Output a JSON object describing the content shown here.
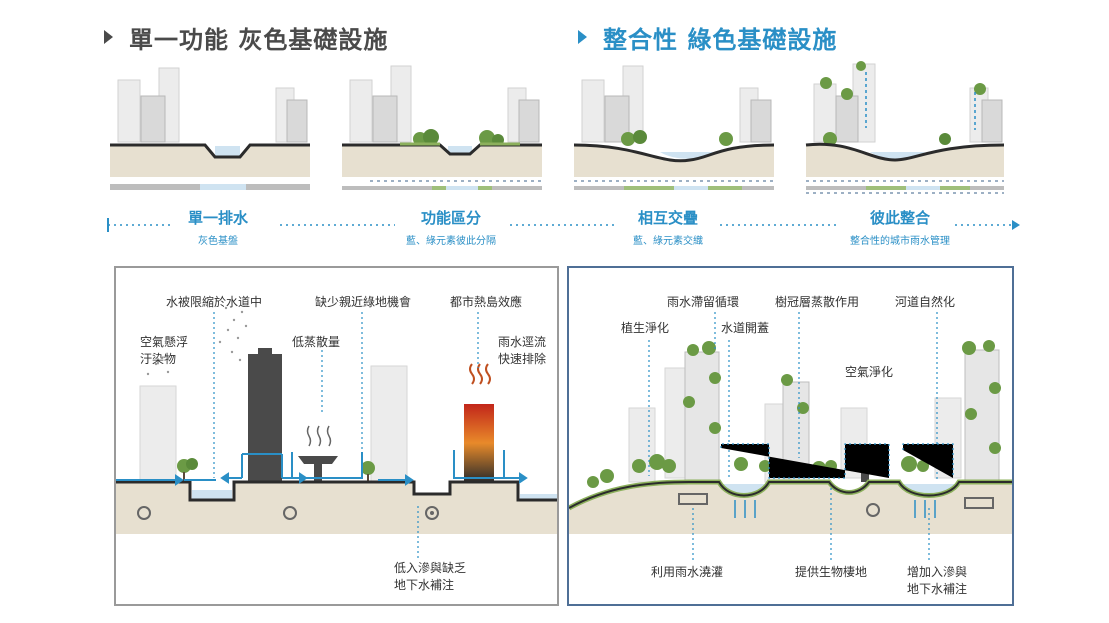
{
  "header": {
    "left_title": "單一功能 灰色基礎設施",
    "right_title": "整合性 綠色基礎設施"
  },
  "stages": [
    {
      "title": "單一排水",
      "subtitle": "灰色基盤"
    },
    {
      "title": "功能區分",
      "subtitle": "藍、綠元素彼此分隔"
    },
    {
      "title": "相互交疊",
      "subtitle": "藍、綠元素交織"
    },
    {
      "title": "彼此整合",
      "subtitle": "整合性的城市雨水管理"
    }
  ],
  "grey_panel": {
    "labels": {
      "limited_channel": "水被限縮於水道中",
      "less_green": "缺少親近綠地機會",
      "heat_island": "都市熱島效應",
      "air_pollution": "空氣懸浮\n汙染物",
      "low_evaporation": "低蒸散量",
      "fast_runoff": "雨水逕流\n快速排除",
      "low_infiltration": "低入滲與缺乏\n地下水補注"
    }
  },
  "green_panel": {
    "labels": {
      "retention_cycle": "雨水滯留循環",
      "canopy_evap": "樹冠層蒸散作用",
      "river_natural": "河道自然化",
      "plant_purify": "植生淨化",
      "channel_open": "水道開蓋",
      "air_purify": "空氣淨化",
      "irrigation": "利用雨水澆灌",
      "habitat": "提供生物棲地",
      "infiltration": "增加入滲與\n地下水補注"
    }
  },
  "colors": {
    "accent_blue": "#2a8fc6",
    "water": "#cfe3f1",
    "ground": "#e7e0d0",
    "building": "#dedede",
    "tree": "#5a8a3a",
    "green_strip": "#9fbf7a",
    "frame_grey": "#9a9a9a",
    "frame_blue": "#4f6f96"
  }
}
